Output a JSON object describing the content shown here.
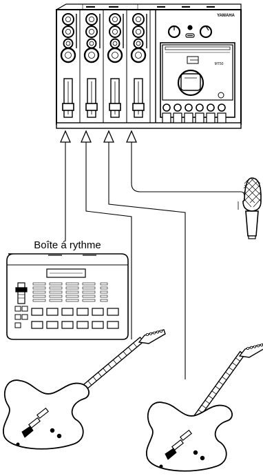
{
  "mixer": {
    "brand": "YAMAHA",
    "model": "MT50"
  },
  "drum_machine": {
    "label": "Boîte á rythme"
  },
  "icons": {
    "mixer": "multitrack-recorder-icon",
    "microphone": "microphone-icon",
    "drum_machine": "drum-machine-icon",
    "guitar": "electric-guitar-icon"
  }
}
